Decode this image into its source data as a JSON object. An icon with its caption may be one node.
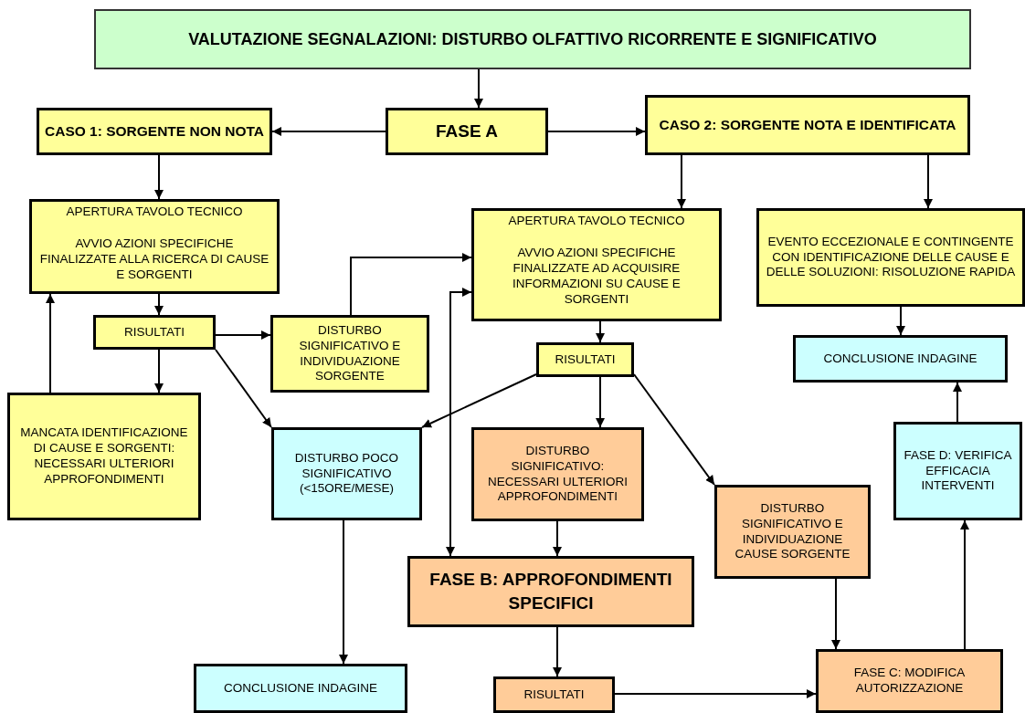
{
  "diagram": {
    "nodes": [
      {
        "text": [
          "VALUTAZIONE SEGNALAZIONI: DISTURBO OLFATTIVO RICORRENTE E SIGNIFICATIVO"
        ]
      },
      {
        "text": [
          "FASE A"
        ]
      },
      {
        "text": [
          "CASO 1: SORGENTE NON NOTA"
        ]
      },
      {
        "text": [
          "CASO 2: SORGENTE NOTA E IDENTIFICATA"
        ]
      },
      {
        "text": [
          "APERTURA TAVOLO TECNICO",
          "AVVIO AZIONI SPECIFICHE FINALIZZATE ALLA RICERCA DI CAUSE E SORGENTI"
        ]
      },
      {
        "text": [
          "RISULTATI"
        ]
      },
      {
        "text": [
          "DISTURBO SIGNIFICATIVO E INDIVIDUAZIONE SORGENTE"
        ]
      },
      {
        "text": [
          "MANCATA IDENTIFICAZIONE DI CAUSE E SORGENTI: NECESSARI ULTERIORI APPROFONDIMENTI"
        ]
      },
      {
        "text": [
          "DISTURBO POCO SIGNIFICATIVO (<15ORE/MESE)"
        ]
      },
      {
        "text": [
          "CONCLUSIONE INDAGINE"
        ]
      },
      {
        "text": [
          "APERTURA TAVOLO TECNICO",
          "AVVIO AZIONI SPECIFICHE FINALIZZATE AD ACQUISIRE INFORMAZIONI SU CAUSE E SORGENTI"
        ]
      },
      {
        "text": [
          "RISULTATI"
        ]
      },
      {
        "text": [
          "DISTURBO SIGNIFICATIVO: NECESSARI ULTERIORI APPROFONDIMENTI"
        ]
      },
      {
        "text": [
          "DISTURBO SIGNIFICATIVO E INDIVIDUAZIONE CAUSE SORGENTE"
        ]
      },
      {
        "text": [
          "FASE B: APPROFONDIMENTI SPECIFICI"
        ]
      },
      {
        "text": [
          "RISULTATI"
        ]
      },
      {
        "text": [
          "FASE C: MODIFICA AUTORIZZAZIONE"
        ]
      },
      {
        "text": [
          "FASE D: VERIFICA EFFICACIA INTERVENTI"
        ]
      },
      {
        "text": [
          "EVENTO ECCEZIONALE E CONTINGENTE CON IDENTIFICAZIONE DELLE CAUSE E DELLE SOLUZIONI: RISOLUZIONE RAPIDA"
        ]
      },
      {
        "text": [
          "CONCLUSIONE INDAGINE"
        ]
      }
    ],
    "edges": [
      {
        "from": 0,
        "to": 1,
        "arrow": "to"
      },
      {
        "from": 1,
        "to": 2,
        "arrow": "to"
      },
      {
        "from": 1,
        "to": 3,
        "arrow": "to"
      },
      {
        "from": 2,
        "to": 4,
        "arrow": "to"
      },
      {
        "from": 4,
        "to": 5,
        "arrow": "to"
      },
      {
        "from": 5,
        "to": 6,
        "arrow": "to"
      },
      {
        "from": 5,
        "to": 7,
        "arrow": "to"
      },
      {
        "from": 7,
        "to": 4,
        "arrow": "to"
      },
      {
        "from": 5,
        "to": 8,
        "arrow": "to"
      },
      {
        "from": 6,
        "to": 10,
        "arrow": "to"
      },
      {
        "from": 3,
        "to": 10,
        "arrow": "to"
      },
      {
        "from": 10,
        "to": 11,
        "arrow": "to"
      },
      {
        "from": 11,
        "to": 8,
        "arrow": "to"
      },
      {
        "from": 11,
        "to": 12,
        "arrow": "to"
      },
      {
        "from": 11,
        "to": 13,
        "arrow": "to"
      },
      {
        "from": 14,
        "to": 10,
        "arrow": "both"
      },
      {
        "from": 12,
        "to": 14,
        "arrow": "to"
      },
      {
        "from": 8,
        "to": 9,
        "arrow": "to"
      },
      {
        "from": 14,
        "to": 15,
        "arrow": "to"
      },
      {
        "from": 15,
        "to": 16,
        "arrow": "to"
      },
      {
        "from": 13,
        "to": 16,
        "arrow": "to"
      },
      {
        "from": 16,
        "to": 17,
        "arrow": "to"
      },
      {
        "from": 17,
        "to": 19,
        "arrow": "to"
      },
      {
        "from": 3,
        "to": 18,
        "arrow": "to"
      },
      {
        "from": 18,
        "to": 19,
        "arrow": "to"
      }
    ]
  }
}
